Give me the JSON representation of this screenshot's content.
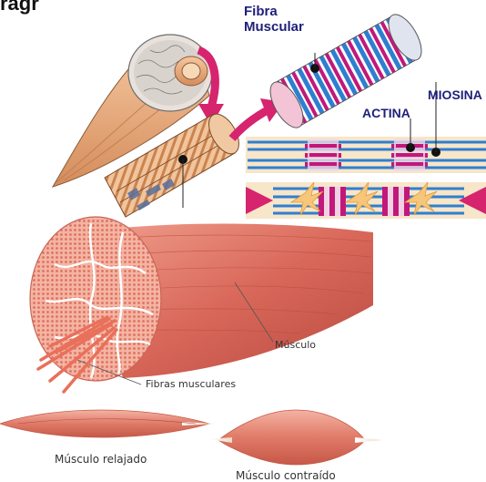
{
  "header_fragment": "ragr",
  "labels": {
    "fibra_muscular": [
      "Fibra",
      "Muscular"
    ],
    "actina": "ACTINA",
    "miosina": "MIOSINA",
    "musculo": "Músculo",
    "fibras_musculares": "Fibras musculares",
    "musculo_relajado": "Músculo relajado",
    "musculo_contraido": "Músculo contraído"
  },
  "colors": {
    "label_navy": "#1f1f7a",
    "arrow_magenta": "#d6246e",
    "muscle_red": "#d9685a",
    "actin_blue": "#2f7fd0",
    "myosin_magenta": "#c2187a",
    "tendon_cream": "#f0ddc0"
  }
}
